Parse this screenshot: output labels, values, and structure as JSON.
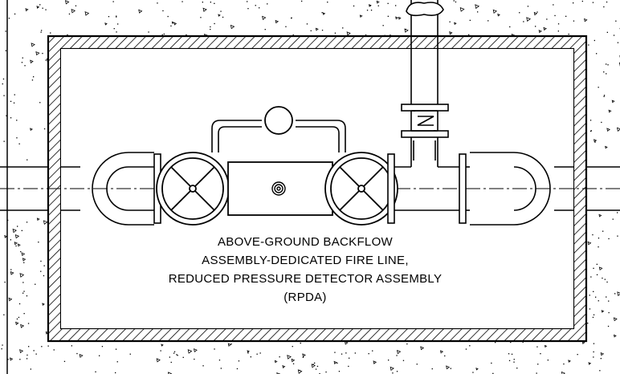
{
  "caption": {
    "lines": [
      "ABOVE-GROUND BACKFLOW",
      "ASSEMBLY-DEDICATED FIRE LINE,",
      "REDUCED PRESSURE DETECTOR ASSEMBLY",
      "(RPDA)"
    ]
  },
  "colors": {
    "line": "#000000",
    "background": "#ffffff"
  }
}
